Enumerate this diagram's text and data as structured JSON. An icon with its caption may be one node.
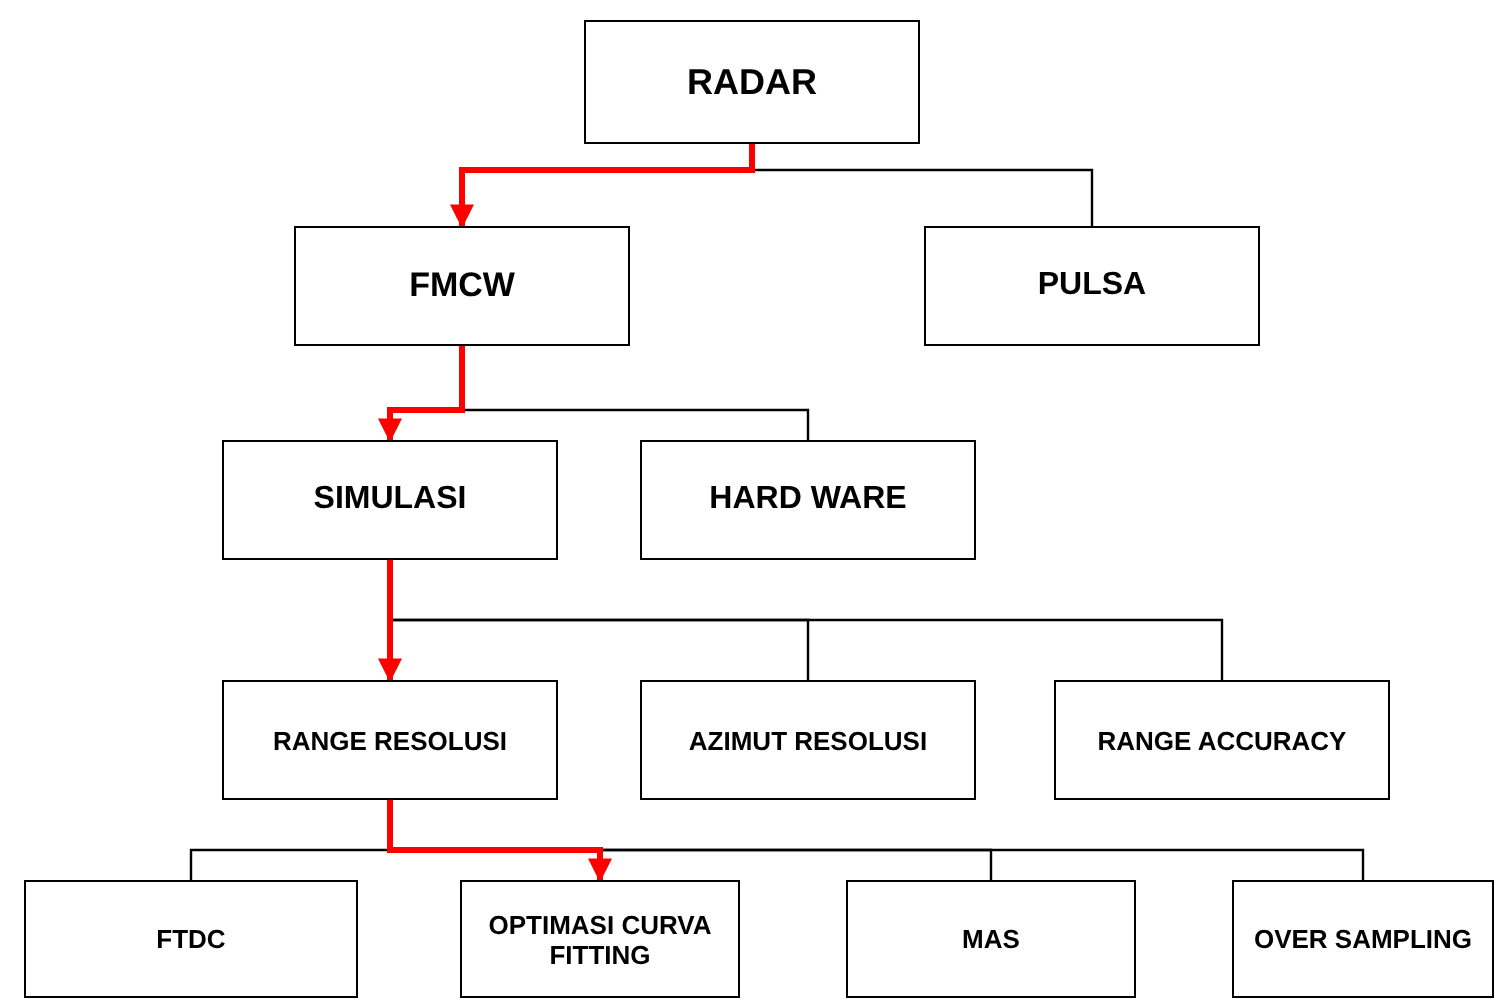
{
  "diagram": {
    "nodes": [
      {
        "text": [
          "RADAR"
        ]
      },
      {
        "text": [
          "FMCW"
        ]
      },
      {
        "text": [
          "PULSA"
        ]
      },
      {
        "text": [
          "SIMULASI"
        ]
      },
      {
        "text": [
          "HARD WARE"
        ]
      },
      {
        "text": [
          "RANGE RESOLUSI"
        ]
      },
      {
        "text": [
          "AZIMUT RESOLUSI"
        ]
      },
      {
        "text": [
          "RANGE ACCURACY"
        ]
      },
      {
        "text": [
          "FTDC"
        ]
      },
      {
        "text": [
          "OPTIMASI CURVA FITTING"
        ]
      },
      {
        "text": [
          "MAS"
        ]
      },
      {
        "text": [
          "OVER SAMPLING"
        ]
      }
    ],
    "edges": [
      {
        "from": 0,
        "to": 2,
        "arrow": "none"
      },
      {
        "from": 1,
        "to": 4,
        "arrow": "none"
      },
      {
        "from": 3,
        "to": 6,
        "arrow": "none"
      },
      {
        "from": 3,
        "to": 7,
        "arrow": "none"
      },
      {
        "from": 5,
        "to": 8,
        "arrow": "none"
      },
      {
        "from": 5,
        "to": 10,
        "arrow": "none"
      },
      {
        "from": 5,
        "to": 11,
        "arrow": "none"
      },
      {
        "from": 0,
        "to": 1,
        "arrow": "to",
        "style": "thick",
        "color": "#ff0000"
      },
      {
        "from": 1,
        "to": 3,
        "arrow": "to",
        "style": "thick",
        "color": "#ff0000"
      },
      {
        "from": 3,
        "to": 5,
        "arrow": "to",
        "style": "thick",
        "color": "#ff0000"
      },
      {
        "from": 5,
        "to": 9,
        "arrow": "to",
        "style": "thick",
        "color": "#ff0000"
      }
    ]
  }
}
